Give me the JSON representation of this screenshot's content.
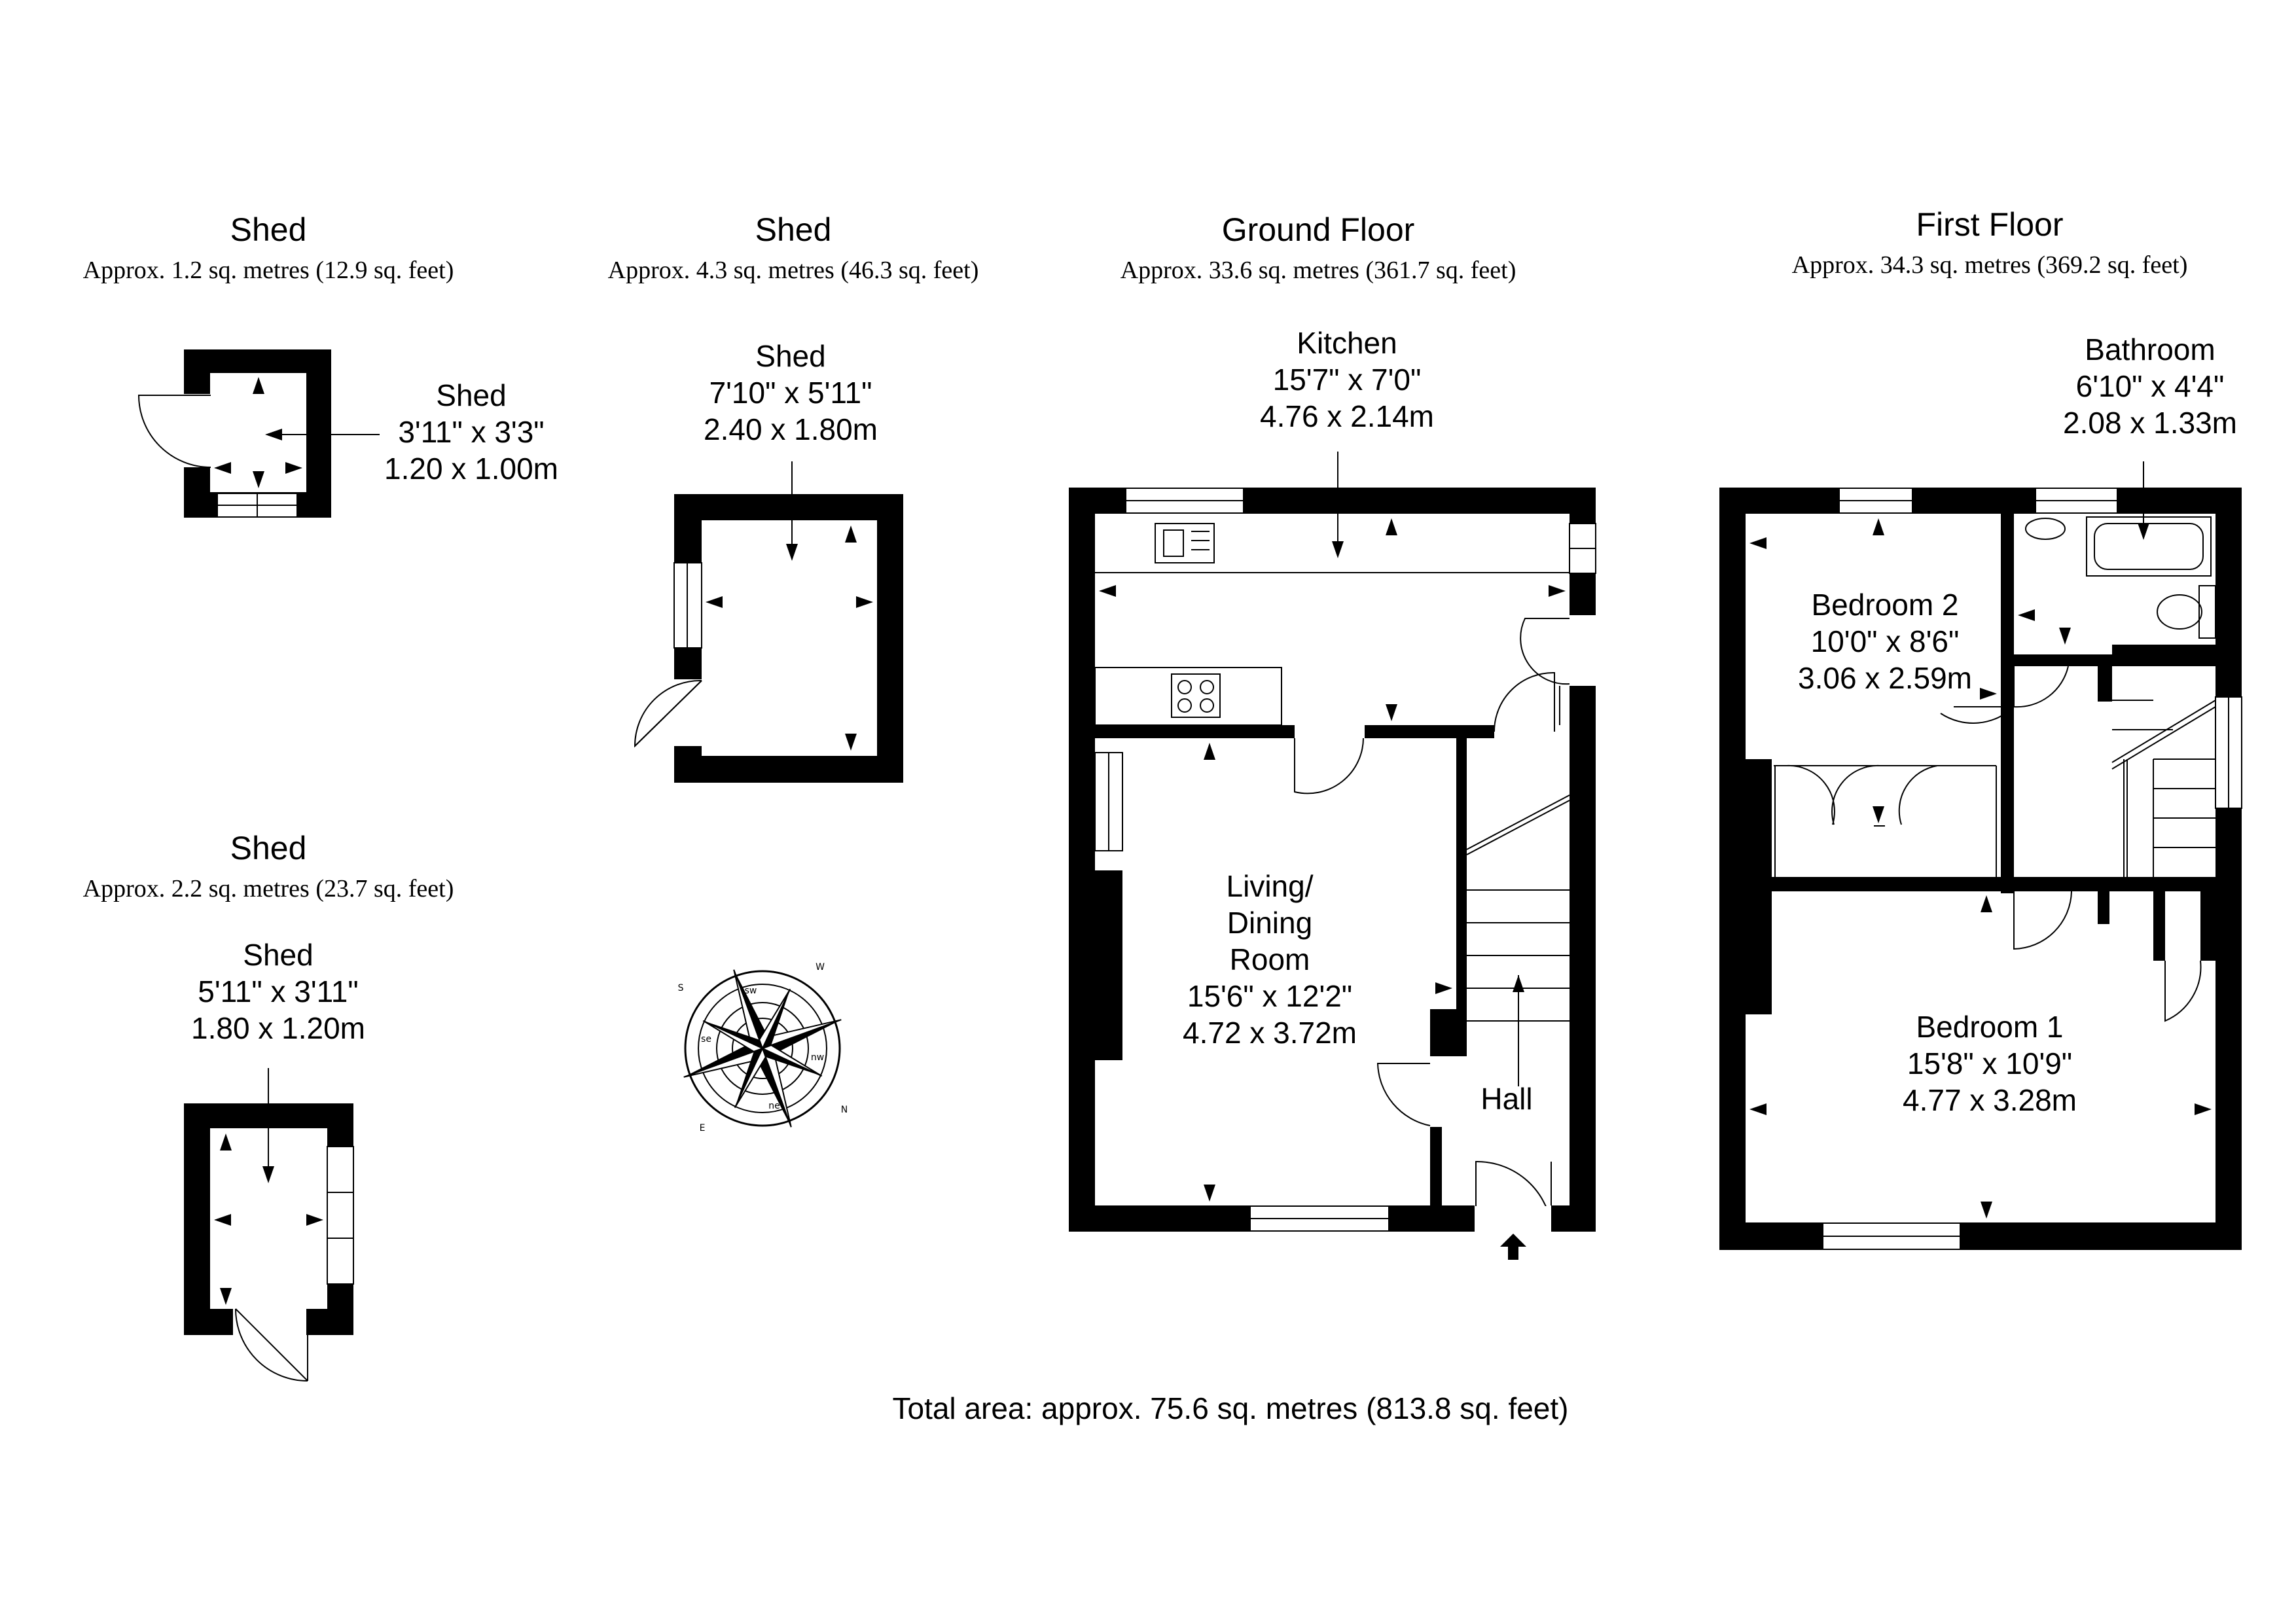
{
  "headings": {
    "shed_a": {
      "title": "Shed",
      "area": "Approx. 1.2 sq. metres (12.9 sq. feet)"
    },
    "shed_b": {
      "title": "Shed",
      "area": "Approx. 4.3 sq. metres (46.3 sq. feet)"
    },
    "shed_c": {
      "title": "Shed",
      "area": "Approx. 2.2 sq. metres (23.7 sq. feet)"
    },
    "ground": {
      "title": "Ground Floor",
      "area": "Approx. 33.6 sq. metres (361.7 sq. feet)"
    },
    "first": {
      "title": "First Floor",
      "area": "Approx. 34.3 sq. metres (369.2 sq. feet)"
    }
  },
  "rooms": {
    "shed_a": {
      "name": "Shed",
      "imperial": "3'11\" x 3'3\"",
      "metric": "1.20 x 1.00m"
    },
    "shed_b": {
      "name": "Shed",
      "imperial": "7'10\" x 5'11\"",
      "metric": "2.40 x 1.80m"
    },
    "shed_c": {
      "name": "Shed",
      "imperial": "5'11\" x 3'11\"",
      "metric": "1.80 x 1.20m"
    },
    "kitchen": {
      "name": "Kitchen",
      "imperial": "15'7\" x 7'0\"",
      "metric": "4.76 x 2.14m"
    },
    "living": {
      "name_1": "Living/",
      "name_2": "Dining",
      "name_3": "Room",
      "imperial": "15'6\" x 12'2\"",
      "metric": "4.72 x 3.72m"
    },
    "hall": {
      "name": "Hall"
    },
    "bathroom": {
      "name": "Bathroom",
      "imperial": "6'10\" x 4'4\"",
      "metric": "2.08 x 1.33m"
    },
    "bedroom2": {
      "name": "Bedroom 2",
      "imperial": "10'0\" x 8'6\"",
      "metric": "3.06 x 2.59m"
    },
    "bedroom1": {
      "name": "Bedroom 1",
      "imperial": "15'8\" x 10'9\"",
      "metric": "4.77 x 3.28m"
    }
  },
  "compass": {
    "n": "N",
    "s": "S",
    "e": "E",
    "w": "W",
    "nw": "nw",
    "sw": "sw",
    "se": "se",
    "ne": "ne"
  },
  "total_area": "Total area: approx. 75.6 sq. metres (813.8 sq. feet)"
}
